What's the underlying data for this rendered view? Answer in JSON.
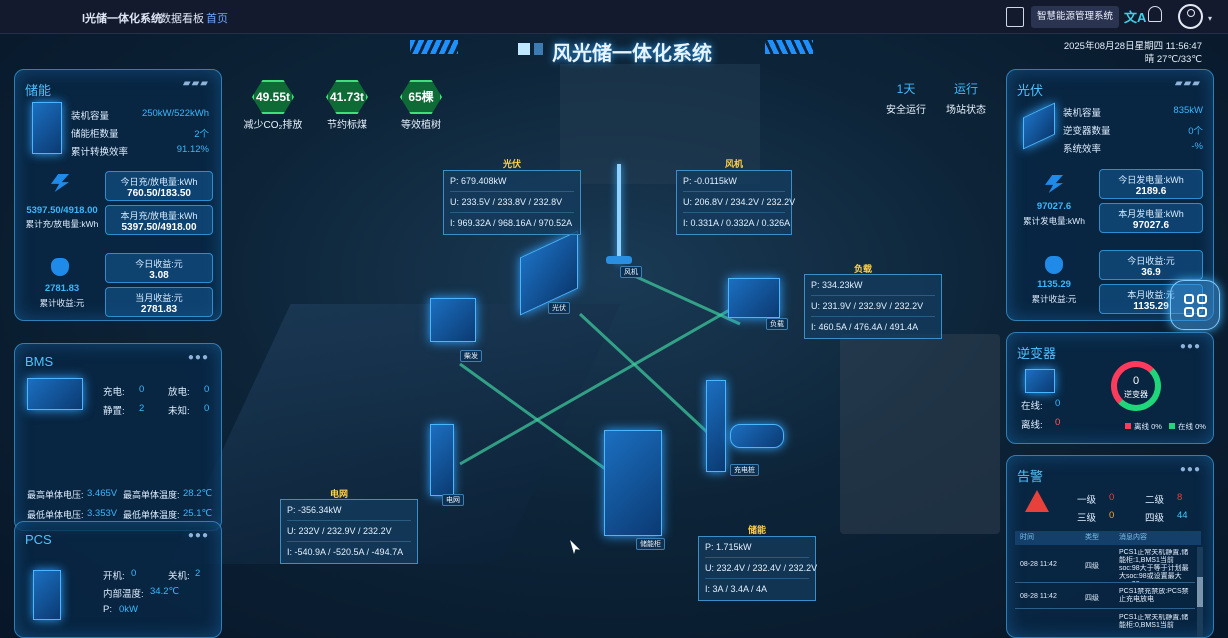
{
  "topbar": {
    "brand": "l光储一体化系统",
    "nav_dashboard": "数据看板",
    "nav_home": "首页",
    "system_button": "智慧能源管理系统"
  },
  "header": {
    "title": "风光储一体化系统",
    "datetime": "2025年08月28日星期四 11:56:47",
    "weather": "晴 27℃/33℃"
  },
  "stats": [
    {
      "value": "49.55t",
      "label": "减少CO₂排放"
    },
    {
      "value": "41.73t",
      "label": "节约标煤"
    },
    {
      "value": "65棵",
      "label": "等效植树"
    }
  ],
  "status": {
    "days_value": "1天",
    "days_label": "安全运行",
    "state_value": "运行",
    "state_label": "场站状态"
  },
  "storage": {
    "title": "储能",
    "rows": [
      [
        "装机容量",
        "250kW/522kWh"
      ],
      [
        "储能柜数量",
        "2个"
      ],
      [
        "累计转换效率",
        "91.12%"
      ]
    ],
    "charge_value": "5397.50/4918.00",
    "charge_label": "累计充/放电量:kWh",
    "today_charge_label": "今日充/放电量:kWh",
    "today_charge_value": "760.50/183.50",
    "month_charge_label": "本月充/放电量:kWh",
    "month_charge_value": "5397.50/4918.00",
    "income_value": "2781.83",
    "income_label": "累计收益:元",
    "today_income_label": "今日收益:元",
    "today_income_value": "3.08",
    "month_income_label": "当月收益:元",
    "month_income_value": "2781.83"
  },
  "bms": {
    "title": "BMS",
    "charge_label": "充电:",
    "charge": "0",
    "discharge_label": "放电:",
    "discharge": "0",
    "idle_label": "静置:",
    "idle": "2",
    "unknown_label": "未知:",
    "unknown": "0",
    "max_v_label": "最高单体电压:",
    "max_v": "3.465V",
    "max_t_label": "最高单体温度:",
    "max_t": "28.2℃",
    "min_v_label": "最低单体电压:",
    "min_v": "3.353V",
    "min_t_label": "最低单体温度:",
    "min_t": "25.1℃"
  },
  "pcs": {
    "title": "PCS",
    "on_label": "开机:",
    "on": "0",
    "off_label": "关机:",
    "off": "2",
    "temp_label": "内部温度:",
    "temp": "34.2℃",
    "p_label": "P:",
    "p": "0kW"
  },
  "pv": {
    "title": "光伏",
    "rows": [
      [
        "装机容量",
        "835kW"
      ],
      [
        "逆变器数量",
        "0个"
      ],
      [
        "系统效率",
        "-%"
      ]
    ],
    "gen_value": "97027.6",
    "gen_label": "累计发电量:kWh",
    "today_gen_label": "今日发电量:kWh",
    "today_gen_value": "2189.6",
    "month_gen_label": "本月发电量:kWh",
    "month_gen_value": "97027.6",
    "income_value": "1135.29",
    "income_label": "累计收益:元",
    "today_income_label": "今日收益:元",
    "today_income_value": "36.9",
    "month_income_label": "本月收益:元",
    "month_income_value": "1135.29"
  },
  "inverter": {
    "title": "逆变器",
    "online_label": "在线:",
    "online": "0",
    "offline_label": "离线:",
    "offline": "0",
    "ring_value": "0",
    "ring_label": "逆变器",
    "legend_offline": "离线 0%",
    "legend_online": "在线 0%"
  },
  "alarm": {
    "title": "告警",
    "l1_label": "一级",
    "l1": "0",
    "l2_label": "二级",
    "l2": "8",
    "l3_label": "三级",
    "l3": "0",
    "l4_label": "四级",
    "l4": "44",
    "columns": [
      "时间",
      "类型",
      "消息内容"
    ],
    "rows": [
      [
        "08-28 11:42",
        "四级",
        "PCS1正常关机静置,储能柜:1,BMS1当前soc:98大于等于计划最大soc:98或设置最大soc:98"
      ],
      [
        "08-28 11:42",
        "四级",
        "PCS1禁充禁放:PCS禁止充电放电"
      ],
      [
        "08-28 11:42",
        "四级",
        "PCS1正常关机静置,储能柜:0,BMS1当前"
      ]
    ]
  },
  "nodes": {
    "pv": {
      "title": "光伏",
      "p": "P: 679.408kW",
      "u": "U: 233.5V / 233.8V / 232.8V",
      "i": "I: 969.32A / 968.16A / 970.52A",
      "tag": "光伏"
    },
    "wind": {
      "title": "风机",
      "p": "P: -0.0115kW",
      "u": "U: 206.8V / 234.2V / 232.2V",
      "i": "I: 0.331A / 0.332A / 0.326A",
      "tag": "风机"
    },
    "load": {
      "title": "负载",
      "p": "P: 334.23kW",
      "u": "U: 231.9V / 232.9V / 232.2V",
      "i": "I: 460.5A / 476.4A / 491.4A",
      "tag": "负载"
    },
    "grid": {
      "title": "电网",
      "p": "P: -356.34kW",
      "u": "U: 232V / 232.9V / 232.2V",
      "i": "I: -540.9A / -520.5A / -494.7A",
      "tag": "电网"
    },
    "storage": {
      "title": "储能",
      "p": "P: 1.715kW",
      "u": "U: 232.4V / 232.4V / 232.2V",
      "i": "I: 3A / 3.4A / 4A",
      "tag": "储能柜"
    },
    "diesel": {
      "tag": "柴发"
    },
    "charger": {
      "tag": "充电桩"
    }
  },
  "colors": {
    "accent": "#4fc3ff",
    "hex_green": "#19c45a",
    "alarm_red": "#e8403a",
    "alarm_orange": "#f0a63a",
    "ring_red": "#ff3b5c",
    "ring_green": "#20d67a"
  }
}
